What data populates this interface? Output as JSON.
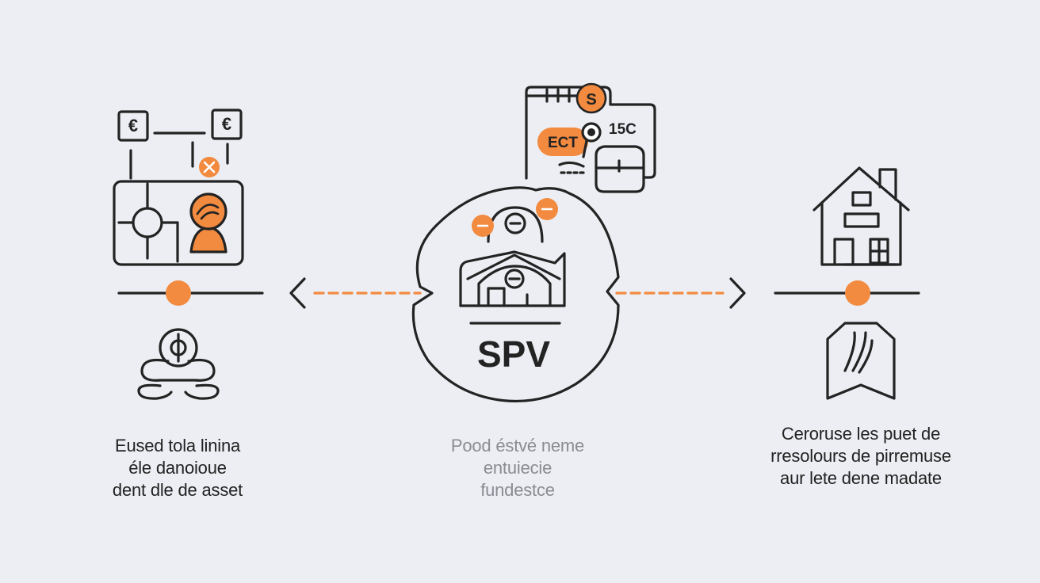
{
  "colors": {
    "background": "#eceef3",
    "stroke": "#232323",
    "accent": "#f28a3f",
    "muted_text": "#8a8c92"
  },
  "spv": {
    "label": "SPV"
  },
  "terminal": {
    "badge_label": "ECT",
    "reading": "15C"
  },
  "captions": {
    "left": [
      "Eused tola linina",
      "éle danoioue",
      "dent dle de asset"
    ],
    "center": [
      "Pood éstvé neme",
      "entuiecie",
      "fundestce"
    ],
    "right": [
      "Ceroruse les puet de",
      "rresolours de pirremuse",
      "aur lete dene madate"
    ]
  },
  "icons": {
    "left_top": "asset-network-icon",
    "left_bottom": "investor-icon",
    "center": "spv-building-icon",
    "center_top": "terminal-icon",
    "right_top": "house-icon",
    "right_bottom": "deed-tag-icon"
  }
}
